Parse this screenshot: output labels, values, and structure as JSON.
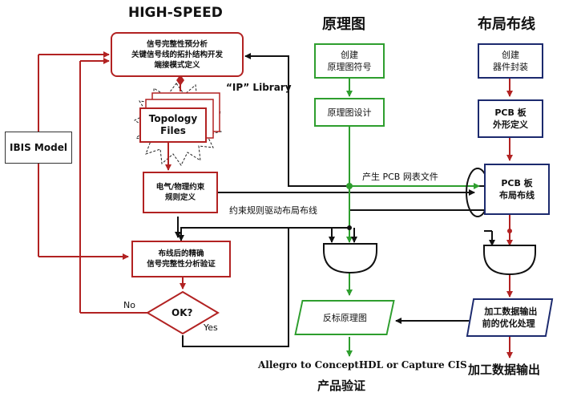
{
  "titles": {
    "high_speed": "HIGH-SPEED",
    "schematic": "原理图",
    "layout": "布局布线",
    "ip_library": "“IP” Library",
    "final_output": "加工数据输出",
    "product_verify": "产品验证"
  },
  "boxes": {
    "si_pre": [
      "信号完整性预分析",
      "关键信号线的拓扑结构开发",
      "端接模式定义"
    ],
    "ibis": [
      "IBIS Model"
    ],
    "topology": [
      "Topology",
      "Files"
    ],
    "constraint": [
      "电气/物理约束",
      "规则定义"
    ],
    "si_post": [
      "布线后的精确",
      "信号完整性分析验证"
    ],
    "ok": [
      "OK?"
    ],
    "sch_create": [
      "创建",
      "原理图符号"
    ],
    "sch_design": [
      "原理图设计"
    ],
    "back_annotate": [
      "反标原理图"
    ],
    "pkg_create": [
      "创建",
      "器件封装"
    ],
    "pcb_outline": [
      "PCB 板",
      "外形定义"
    ],
    "pcb_route": [
      "PCB 板",
      "布局布线"
    ],
    "opt_process": [
      "加工数据输出",
      "前的优化处理"
    ]
  },
  "labels": {
    "netlist": "产生 PCB 网表文件",
    "constraint_driven": "约束规则驱动布局布线",
    "no": "No",
    "yes": "Yes",
    "tools": "Allegro to ConceptHDL or Capture CIS"
  },
  "colors": {
    "red": "#b22222",
    "green": "#2e9e2e",
    "navy": "#1c2a6e",
    "black": "#111111"
  }
}
